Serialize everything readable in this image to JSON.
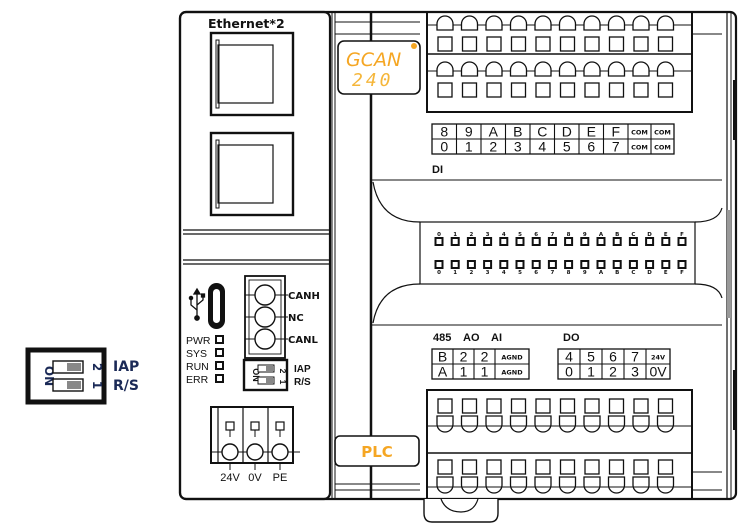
{
  "device": {
    "ethernet_label": "Ethernet*2",
    "brand_logo": "GCAN",
    "model": "240",
    "type_label": "PLC",
    "colors": {
      "brand_orange": "#f5a623",
      "outline": "#111111",
      "dip_navy": "#1b2a57"
    }
  },
  "left_panel": {
    "usb_icon": "usb-icon",
    "leds": [
      "PWR",
      "SYS",
      "RUN",
      "ERR"
    ],
    "can_terminals": [
      "CANH",
      "NC",
      "CANL"
    ],
    "dip_small": {
      "on_label": "ON",
      "switches": [
        {
          "num": "2",
          "label": "IAP"
        },
        {
          "num": "1",
          "label": "R/S"
        }
      ]
    },
    "power_terminals": [
      "24V",
      "0V",
      "PE"
    ]
  },
  "dip_callout": {
    "on_label": "ON",
    "switches": [
      {
        "num": "2",
        "label": "IAP"
      },
      {
        "num": "1",
        "label": "R/S"
      }
    ]
  },
  "di_block": {
    "title": "DI",
    "row_top": [
      "8",
      "9",
      "A",
      "B",
      "C",
      "D",
      "E",
      "F",
      "COM",
      "COM"
    ],
    "row_bottom": [
      "0",
      "1",
      "2",
      "3",
      "4",
      "5",
      "6",
      "7",
      "COM",
      "COM"
    ]
  },
  "led_panel": {
    "top_labels": [
      "0",
      "1",
      "2",
      "3",
      "4",
      "5",
      "6",
      "7",
      "8",
      "9",
      "A",
      "B",
      "C",
      "D",
      "E",
      "F"
    ],
    "bottom_labels": [
      "0",
      "1",
      "2",
      "3",
      "4",
      "5",
      "6",
      "7",
      "8",
      "9",
      "A",
      "B",
      "C",
      "D",
      "E",
      "F"
    ]
  },
  "io_block": {
    "headers": [
      "485",
      "AO",
      "AI",
      "DO"
    ],
    "left_top": [
      "B",
      "2",
      "2",
      "AGND"
    ],
    "left_bottom": [
      "A",
      "1",
      "1",
      "AGND"
    ],
    "right_top": [
      "4",
      "5",
      "6",
      "7",
      "24V"
    ],
    "right_bottom": [
      "0",
      "1",
      "2",
      "3",
      "0V"
    ]
  }
}
